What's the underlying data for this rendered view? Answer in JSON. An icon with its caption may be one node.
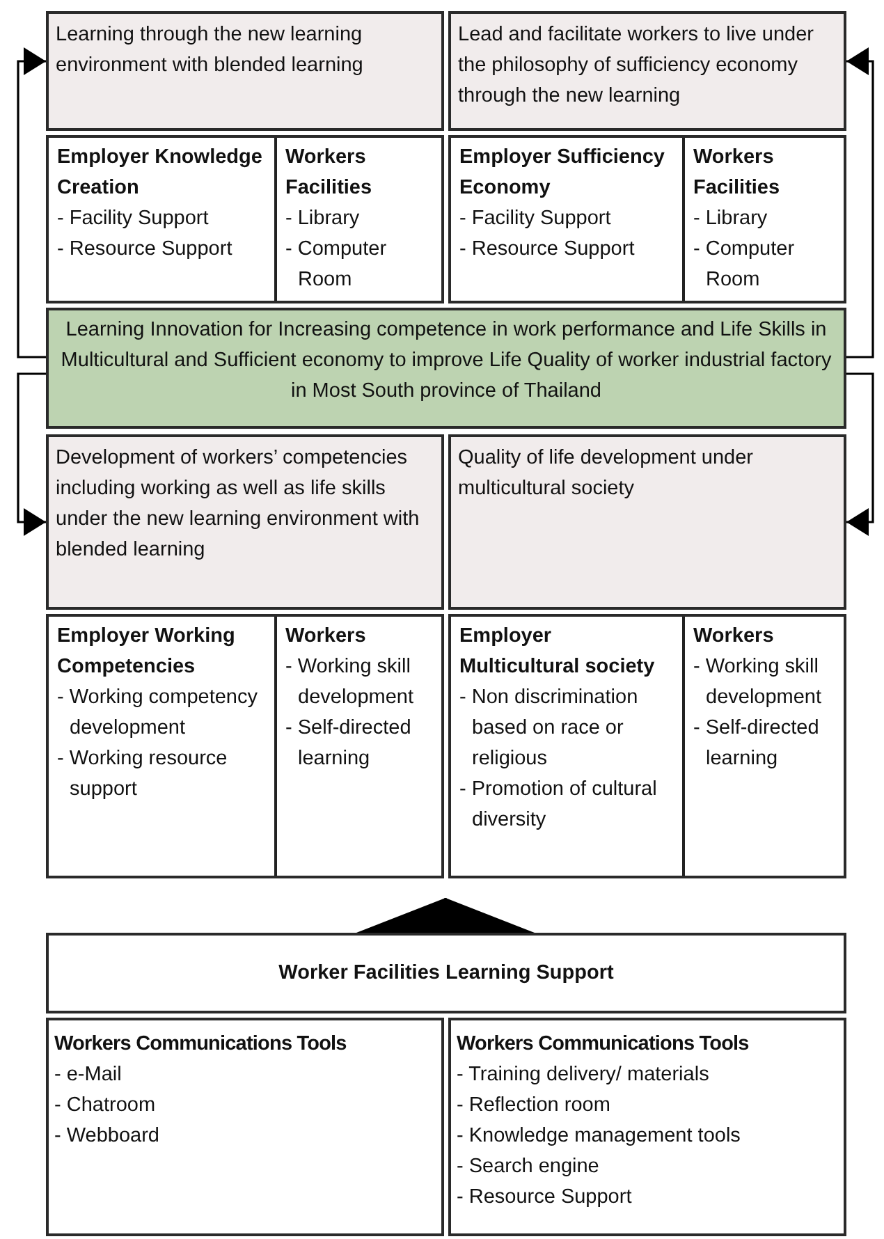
{
  "diagram": {
    "nodes": [
      {
        "text": [
          "Learning through the new learning environment with blended learning"
        ]
      },
      {
        "text": [
          "Lead and facilitate workers to live under the philosophy of sufficiency economy through the new learning"
        ]
      },
      {
        "text": [],
        "shape": "box"
      },
      {
        "text": [
          "Employer Knowledge Creation",
          "- Facility Support",
          "- Resource Support"
        ],
        "in": 2
      },
      {
        "text": [
          "Workers Facilities",
          "- Library",
          "- Computer Room"
        ],
        "in": 2
      },
      {
        "text": [],
        "shape": "box"
      },
      {
        "text": [
          "Employer Sufficiency Economy",
          "- Facility Support",
          "- Resource Support"
        ],
        "in": 5
      },
      {
        "text": [
          "Workers Facilities",
          "- Library",
          "- Computer Room"
        ],
        "in": 5
      },
      {
        "text": [
          "Learning Innovation for Increasing competence in work performance and Life Skills in Multicultural and  Sufficient economy to improve Life Quality of worker industrial factory  in Most  South province of Thailand"
        ]
      },
      {
        "text": [
          "Development of workers’ competencies including working as well as life skills under the new learning environment with blended learning"
        ]
      },
      {
        "text": [
          "Quality of life development under multicultural society"
        ]
      },
      {
        "text": [],
        "shape": "box"
      },
      {
        "text": [
          "Employer Working Competencies",
          "- Working competency development",
          "- Working resource support"
        ],
        "in": 11
      },
      {
        "text": [
          "Workers",
          "- Working skill development",
          "- Self-directed learning"
        ],
        "in": 11
      },
      {
        "text": [],
        "shape": "box"
      },
      {
        "text": [
          "Employer Multicultural society",
          "- Non discrimination based on race or religious",
          "- Promotion of cultural diversity"
        ],
        "in": 14
      },
      {
        "text": [
          "Workers",
          "- Working skill development",
          "- Self-directed learning"
        ],
        "in": 14
      },
      {
        "text": [
          "Worker Facilities Learning Support"
        ]
      },
      {
        "text": [
          "Workers Communications Tools",
          "- e-Mail",
          "- Chatroom",
          "- Webboard"
        ]
      },
      {
        "text": [
          "Workers Communications Tools",
          "- Training delivery/ materials",
          "- Reflection room",
          "- Knowledge management tools",
          "- Search engine",
          "- Resource Support"
        ]
      }
    ],
    "edges": [
      {
        "from": 8,
        "to": 0,
        "arrow": "to"
      },
      {
        "from": 8,
        "to": 9,
        "arrow": "to"
      },
      {
        "from": 8,
        "to": 1,
        "arrow": "to"
      },
      {
        "from": 8,
        "to": 10,
        "arrow": "to"
      },
      {
        "from": 17,
        "to": 11,
        "arrow": "to"
      }
    ]
  }
}
